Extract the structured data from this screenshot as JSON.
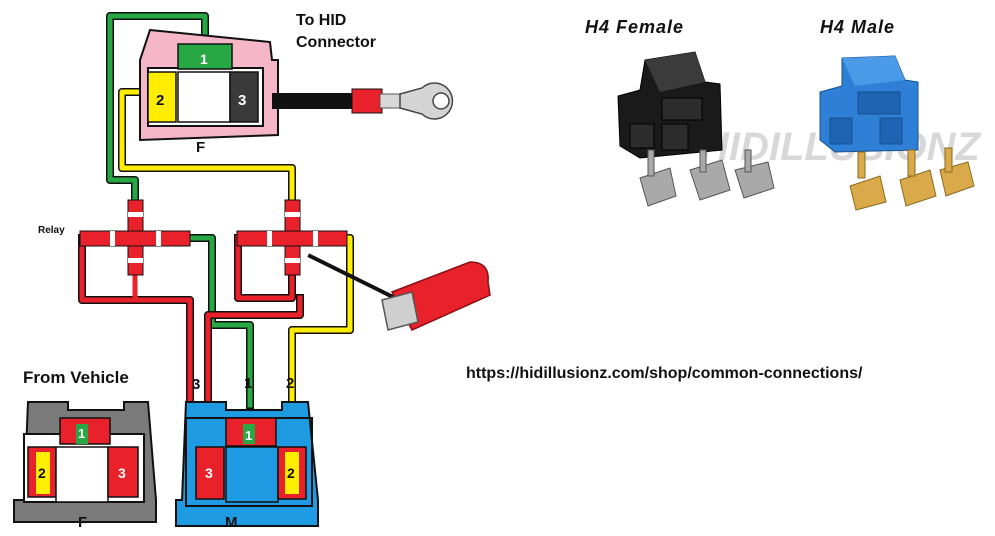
{
  "labels": {
    "to_hid_line1": "To HID",
    "to_hid_line2": "Connector",
    "relay": "Relay",
    "from_vehicle": "From Vehicle",
    "h4_female": "H4 Female",
    "h4_male": "H4 Male",
    "url": "https://hidillusionz.com/shop/common-connections/",
    "watermark": "HIDILLUSIONZ"
  },
  "hid_connector": {
    "gender": "F",
    "pin1": "1",
    "pin2": "2",
    "pin3": "3"
  },
  "vehicle_female": {
    "gender": "F",
    "pin1": "1",
    "pin2": "2",
    "pin3": "3"
  },
  "vehicle_male": {
    "gender": "M",
    "pin1": "1",
    "pin2": "2",
    "pin3": "3"
  },
  "wire_numbers": {
    "w3": "3",
    "w1": "1",
    "w2": "2"
  },
  "colors": {
    "green": "#27a844",
    "yellow": "#ffee00",
    "red": "#e8212b",
    "pink": "#f5b6c8",
    "blue": "#1e9be3",
    "gray": "#777777",
    "black": "#111111"
  }
}
